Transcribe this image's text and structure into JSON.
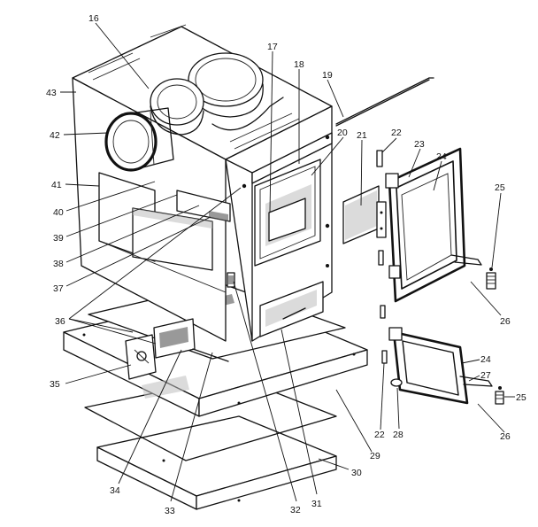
{
  "callouts": [
    {
      "id": "16",
      "label": "16"
    },
    {
      "id": "17",
      "label": "17"
    },
    {
      "id": "18",
      "label": "18"
    },
    {
      "id": "19",
      "label": "19"
    },
    {
      "id": "20",
      "label": "20"
    },
    {
      "id": "21",
      "label": "21"
    },
    {
      "id": "22a",
      "label": "22"
    },
    {
      "id": "23",
      "label": "23"
    },
    {
      "id": "24a",
      "label": "24"
    },
    {
      "id": "25a",
      "label": "25"
    },
    {
      "id": "26a",
      "label": "26"
    },
    {
      "id": "24b",
      "label": "24"
    },
    {
      "id": "27",
      "label": "27"
    },
    {
      "id": "25b",
      "label": "25"
    },
    {
      "id": "26b",
      "label": "26"
    },
    {
      "id": "28",
      "label": "28"
    },
    {
      "id": "22b",
      "label": "22"
    },
    {
      "id": "29",
      "label": "29"
    },
    {
      "id": "30",
      "label": "30"
    },
    {
      "id": "31",
      "label": "31"
    },
    {
      "id": "32",
      "label": "32"
    },
    {
      "id": "33",
      "label": "33"
    },
    {
      "id": "34",
      "label": "34"
    },
    {
      "id": "35",
      "label": "35"
    },
    {
      "id": "36",
      "label": "36"
    },
    {
      "id": "37",
      "label": "37"
    },
    {
      "id": "38",
      "label": "38"
    },
    {
      "id": "39",
      "label": "39"
    },
    {
      "id": "40",
      "label": "40"
    },
    {
      "id": "41",
      "label": "41"
    },
    {
      "id": "42",
      "label": "42"
    },
    {
      "id": "43",
      "label": "43"
    }
  ]
}
